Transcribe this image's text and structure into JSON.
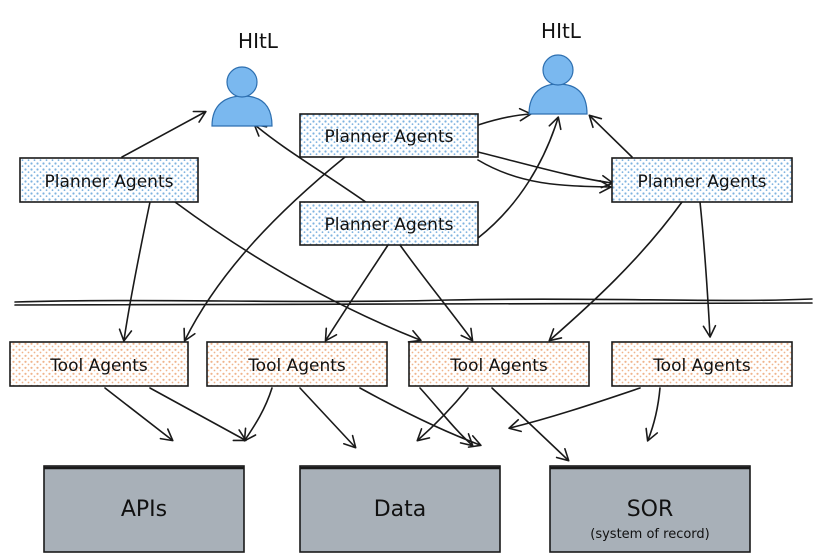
{
  "hitl": [
    {
      "label": "HItL"
    },
    {
      "label": "HItL"
    }
  ],
  "planners": [
    {
      "label": "Planner Agents"
    },
    {
      "label": "Planner Agents"
    },
    {
      "label": "Planner Agents"
    },
    {
      "label": "Planner Agents"
    }
  ],
  "tools": [
    {
      "label": "Tool Agents"
    },
    {
      "label": "Tool Agents"
    },
    {
      "label": "Tool Agents"
    },
    {
      "label": "Tool Agents"
    }
  ],
  "stores": [
    {
      "label": "APIs",
      "sub": ""
    },
    {
      "label": "Data",
      "sub": ""
    },
    {
      "label": "SOR",
      "sub": "(system of record)"
    }
  ],
  "colors": {
    "planner_dots": "#7fb3e0",
    "tool_dots": "#f0b48c",
    "store_fill": "#a8b0b8",
    "person_fill": "#7ab8ef",
    "person_stroke": "#2d6fb0"
  }
}
